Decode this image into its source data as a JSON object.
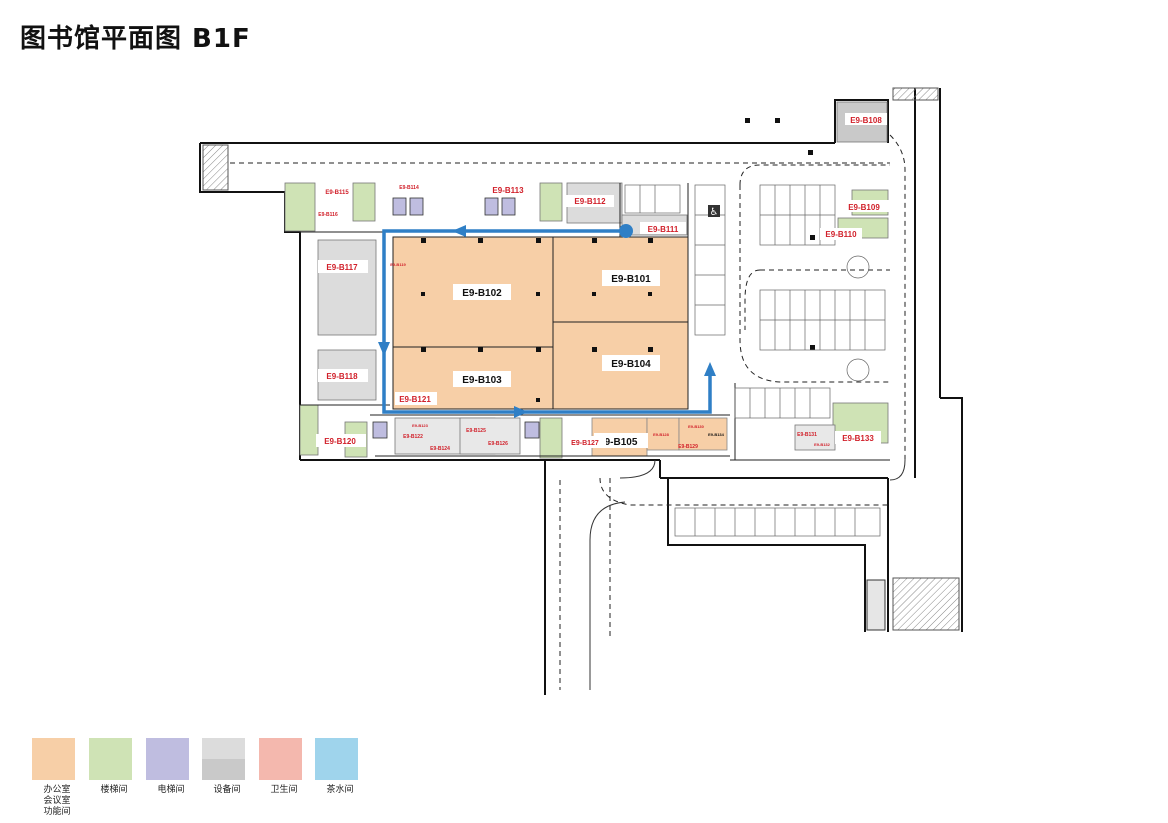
{
  "title": "图书馆平面图 B1F",
  "colors": {
    "office": "#f7cfa7",
    "stair": "#cfe3b5",
    "elevator": "#bfbde0",
    "equipment_light": "#dcdcdc",
    "equipment_dark": "#c9c9c9",
    "toilet": "#f4b8ae",
    "tea": "#9fd4ec",
    "route": "#2f7fc6",
    "label_red": "#d1202a",
    "wall": "#111111"
  },
  "rooms": {
    "b101": "E9-B101",
    "b102": "E9-B102",
    "b103": "E9-B103",
    "b104": "E9-B104",
    "b105": "9-B105",
    "b108": "E9-B108",
    "b109": "E9-B109",
    "b110": "E9-B110",
    "b111": "E9-B111",
    "b112": "E9-B112",
    "b113": "E9-B113",
    "b114": "E9-B114",
    "b115": "E9-B115",
    "b116": "E9-B116",
    "b117": "E9-B117",
    "b118": "E9-B118",
    "b119": "E9-B119",
    "b120": "E9-B120",
    "b121": "E9-B121",
    "b122": "E9-B122",
    "b123": "E9-B123",
    "b124": "E9-B124",
    "b125": "E9-B125",
    "b126": "E9-B126",
    "b127": "E9-B127",
    "b128": "E9-B128",
    "b129": "E9-B129",
    "b130": "E9-B130",
    "b131": "E9-B131",
    "b132": "E9-B132",
    "b133": "E9-B133",
    "b134": "E9-B134"
  },
  "legend": [
    {
      "label": "办公室\n会议室\n功能间",
      "color": "#f7cfa7"
    },
    {
      "label": "楼梯间",
      "color": "#cfe3b5"
    },
    {
      "label": "电梯间",
      "color": "#bfbde0"
    },
    {
      "label": "设备间",
      "color": "#dcdcdc",
      "color2": "#c9c9c9"
    },
    {
      "label": "卫生间",
      "color": "#f4b8ae"
    },
    {
      "label": "茶水间",
      "color": "#9fd4ec"
    }
  ]
}
